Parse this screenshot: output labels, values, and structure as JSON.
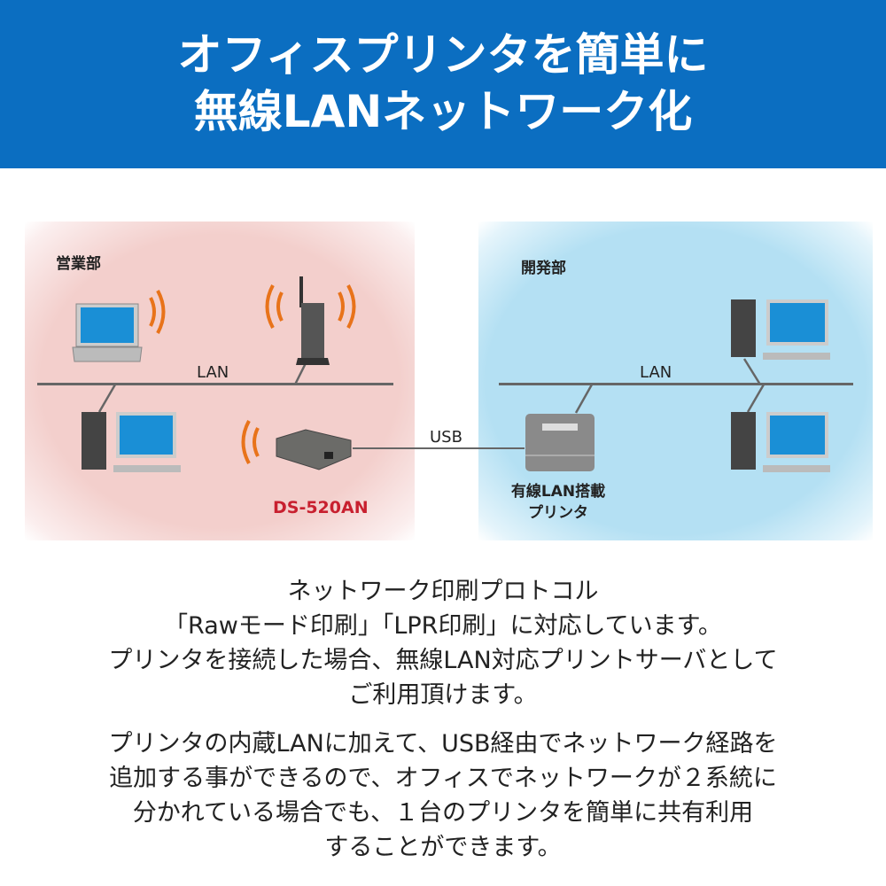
{
  "header": {
    "title_line1": "オフィスプリンタを簡単に",
    "title_line2": "無線LANネットワーク化"
  },
  "diagram": {
    "left_zone": {
      "label": "営業部",
      "lan_label": "LAN",
      "device_label": "DS-520AN"
    },
    "right_zone": {
      "label": "開発部",
      "lan_label": "LAN",
      "printer_label_line1": "有線LAN搭載",
      "printer_label_line2": "プリンタ"
    },
    "usb_label": "USB",
    "colors": {
      "header": "#0b6ec1",
      "model": "#c8202f",
      "wave": "#e8731a",
      "pink_zone": "#f3cfcc",
      "blue_zone": "#b4e0f3"
    }
  },
  "body": {
    "para1": [
      "ネットワーク印刷プロトコル",
      "「Rawモード印刷」「LPR印刷」に対応しています。",
      "プリンタを接続した場合、無線LAN対応プリントサーバとして",
      "ご利用頂けます。"
    ],
    "para2": [
      "プリンタの内蔵LANに加えて、USB経由でネットワーク経路を",
      "追加する事ができるので、オフィスでネットワークが２系統に",
      "分かれている場合でも、１台のプリンタを簡単に共有利用",
      "することができます。"
    ]
  }
}
